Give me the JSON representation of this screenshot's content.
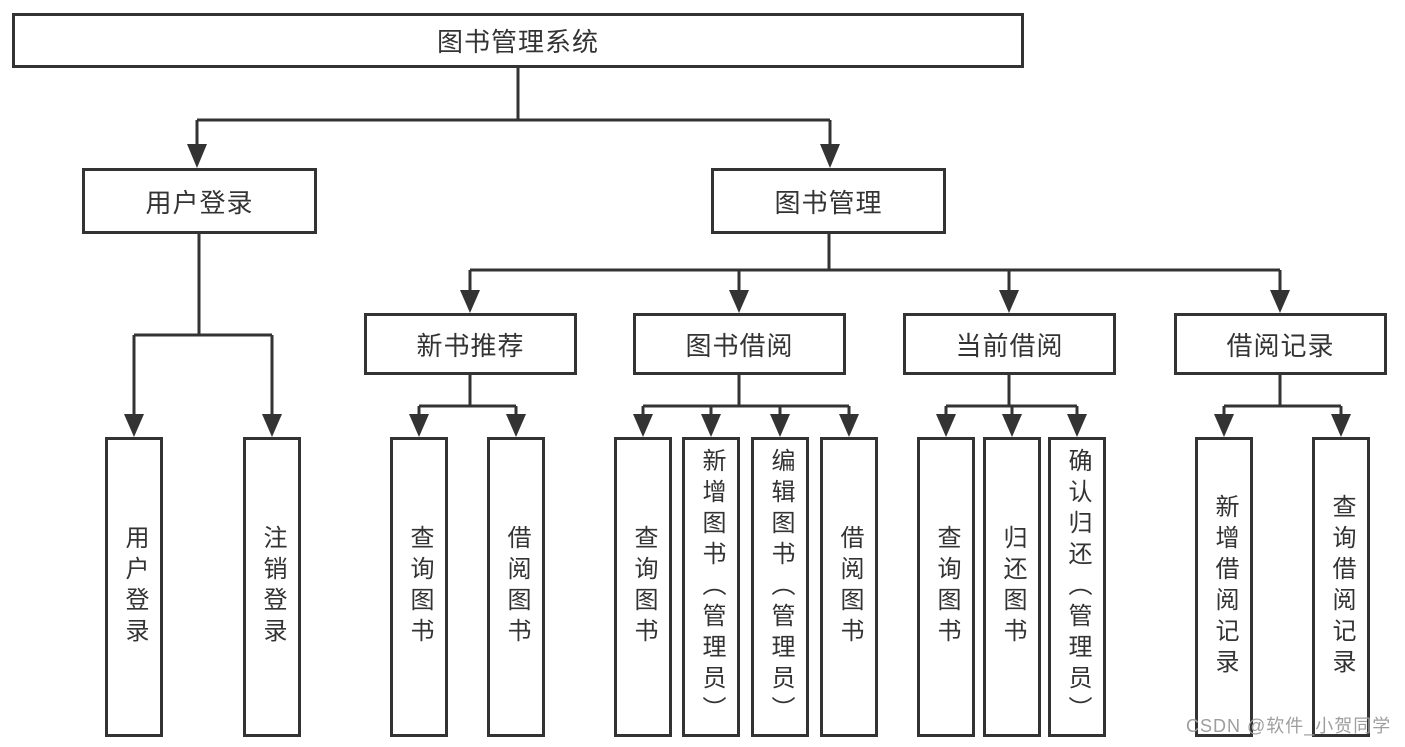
{
  "diagram": {
    "type": "feature-tree",
    "colors": {
      "line": "#333333",
      "box_border": "#333333",
      "text": "#333333",
      "background": "#ffffff",
      "watermark": "#9e9e9e"
    },
    "tree": {
      "root": {
        "label": "图书管理系统"
      },
      "children": [
        {
          "label": "用户登录",
          "children": [
            {
              "label": "用户登录"
            },
            {
              "label": "注销登录"
            }
          ]
        },
        {
          "label": "图书管理",
          "children": [
            {
              "label": "新书推荐",
              "children": [
                {
                  "label": "查询图书"
                },
                {
                  "label": "借阅图书"
                }
              ]
            },
            {
              "label": "图书借阅",
              "children": [
                {
                  "label": "查询图书"
                },
                {
                  "label": "新增图书（管理员）"
                },
                {
                  "label": "编辑图书（管理员）"
                },
                {
                  "label": "借阅图书"
                }
              ]
            },
            {
              "label": "当前借阅",
              "children": [
                {
                  "label": "查询图书"
                },
                {
                  "label": "归还图书"
                },
                {
                  "label": "确认归还（管理员）"
                }
              ]
            },
            {
              "label": "借阅记录",
              "children": [
                {
                  "label": "新增借阅记录"
                },
                {
                  "label": "查询借阅记录"
                }
              ]
            }
          ]
        }
      ]
    },
    "watermark": {
      "text": "CSDN @软件_小贺同学"
    }
  }
}
